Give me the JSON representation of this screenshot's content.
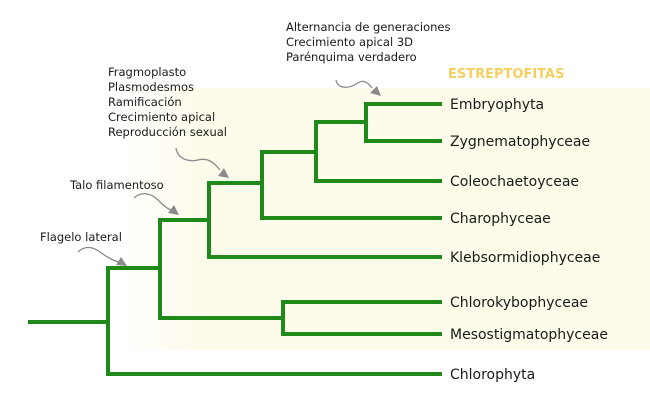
{
  "colors": {
    "branch": "#1f8a1a",
    "highlight_text": "#f5d060",
    "highlight_bg": "#fdfbea",
    "arrow": "#8a8a8a"
  },
  "clade_label": "ESTREPTOFITAS",
  "taxa": {
    "embryophyta": "Embryophyta",
    "zygnematophyceae": "Zygnematophyceae",
    "coleochaetoyceae": "Coleochaetoyceae",
    "charophyceae": "Charophyceae",
    "klebsormidiophyceae": "Klebsormidiophyceae",
    "chlorokybophyceae": "Chlorokybophyceae",
    "mesostigmatophyceae": "Mesostigmatophyceae",
    "chlorophyta": "Chlorophyta"
  },
  "annotations": {
    "flagelo": {
      "lines": [
        "Flagelo lateral"
      ]
    },
    "talo": {
      "lines": [
        "Talo filamentoso"
      ]
    },
    "fragmoplasto": {
      "lines": [
        "Fragmoplasto",
        "Plasmodesmos",
        "Ramificación",
        "Crecimiento apical",
        "Reproducción sexual"
      ]
    },
    "alternancia": {
      "lines": [
        "Alternancia de generaciones",
        "Crecimiento apical 3D",
        "Parénquima verdadero"
      ]
    }
  }
}
